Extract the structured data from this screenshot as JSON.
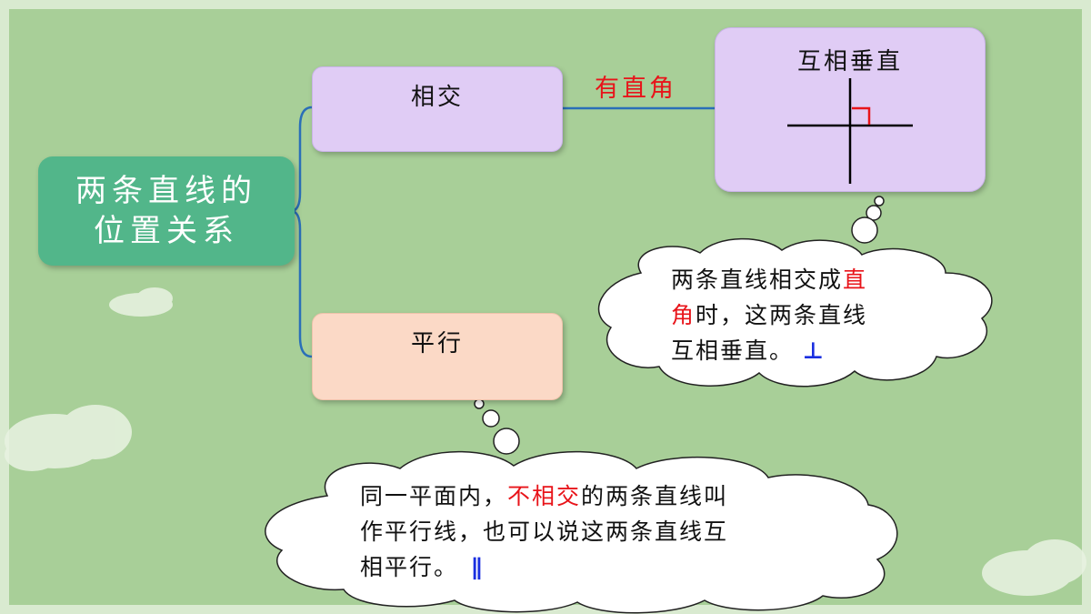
{
  "root": {
    "line1": "两条直线的",
    "line2": "位置关系"
  },
  "intersect": {
    "title": "相交"
  },
  "parallel": {
    "title": "平行"
  },
  "perpendicular": {
    "title": "互相垂直"
  },
  "connector_label": "有直角",
  "perp_bubble": {
    "line1_a": "两条直线相交成",
    "line1_b": "直",
    "line2_a": "角",
    "line2_b": "时，这两条直线",
    "line3": "互相垂直。",
    "symbol": "⊥"
  },
  "parallel_bubble": {
    "line1_a": "同一平面内，",
    "line1_b": "不相交",
    "line1_c": "的两条直线叫",
    "line2": "作平行线，也可以说这两条直线互",
    "line3": "相平行。",
    "symbol": "∥"
  },
  "colors": {
    "background": "#a8cf98",
    "root": "#52b68a",
    "purple": "#e0ccf5",
    "peach": "#fbd9c6",
    "accent_red": "#e8141a",
    "accent_blue": "#1a2fe0",
    "connector": "#2a6fb8"
  }
}
